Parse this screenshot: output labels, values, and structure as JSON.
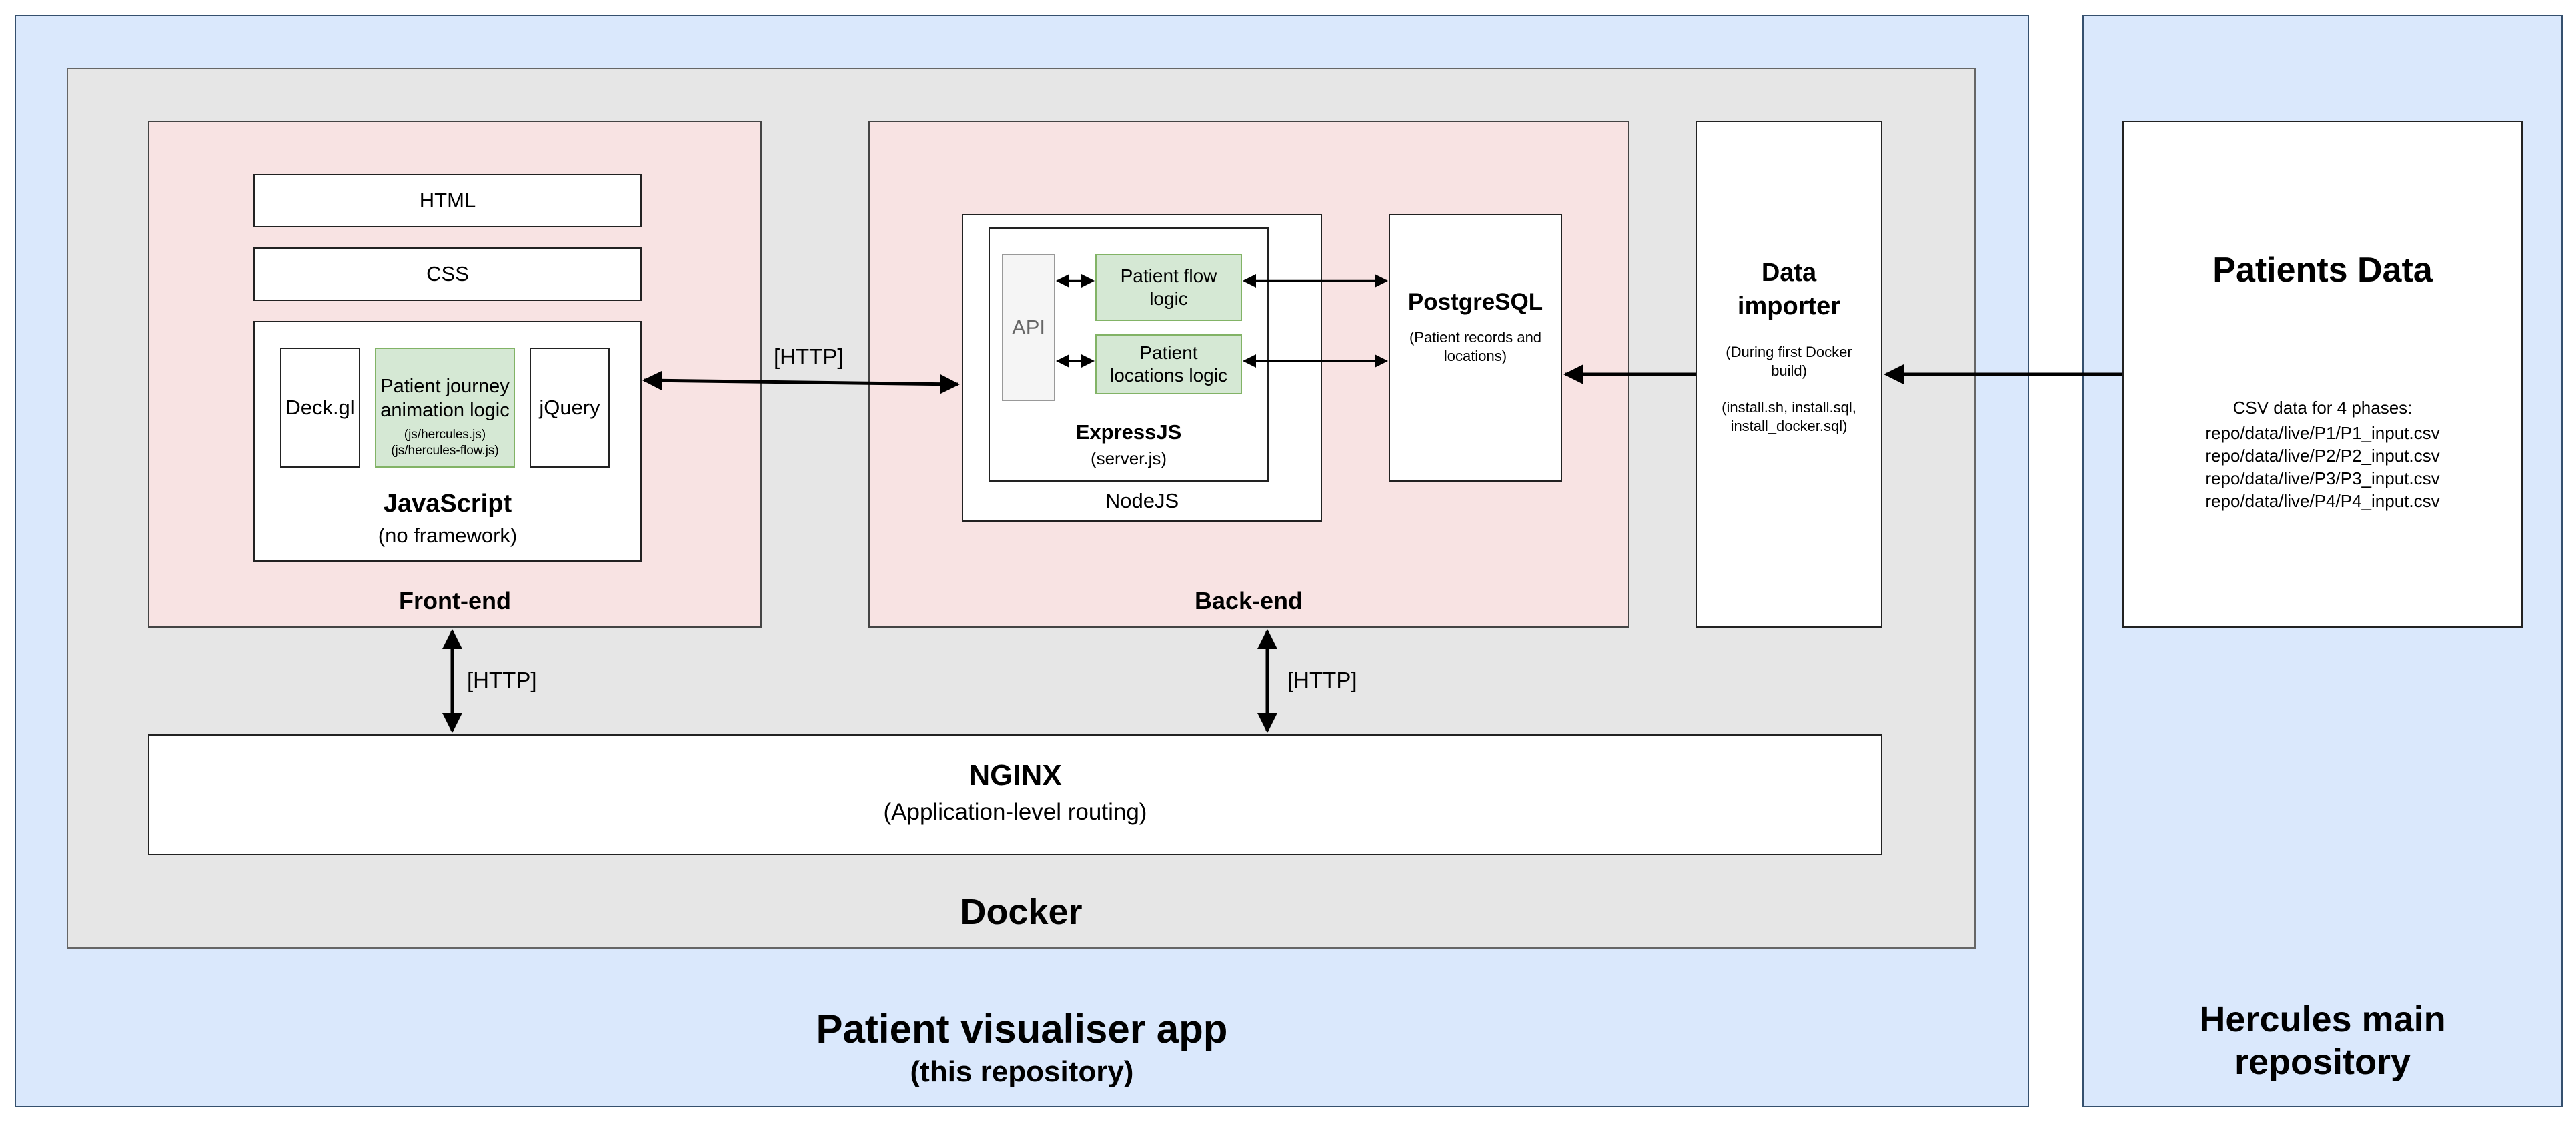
{
  "patient_app": {
    "title": "Patient visualiser app",
    "subtitle": "(this repository)"
  },
  "hercules": {
    "title": "Hercules main repository"
  },
  "docker": {
    "label": "Docker"
  },
  "frontend": {
    "label": "Front-end",
    "html": "HTML",
    "css": "CSS",
    "deckgl": "Deck.gl",
    "journey_title": "Patient journey animation logic",
    "journey_files": "(js/hercules.js)\n(js/hercules-flow.js)",
    "jquery": "jQuery",
    "js_title": "JavaScript",
    "js_sub": "(no framework)"
  },
  "backend": {
    "label": "Back-end",
    "api": "API",
    "flow_logic": "Patient flow logic",
    "locations_logic": "Patient locations logic",
    "express_title": "ExpressJS",
    "express_sub": "(server.js)",
    "nodejs": "NodeJS",
    "postgres_title": "PostgreSQL",
    "postgres_sub": "(Patient records and locations)"
  },
  "importer": {
    "title": "Data importer",
    "note1": "(During first Docker build)",
    "note2": "(install.sh, install.sql, install_docker.sql)"
  },
  "patients_data": {
    "title": "Patients Data",
    "intro": "CSV data for 4 phases:",
    "files": [
      "repo/data/live/P1/P1_input.csv",
      "repo/data/live/P2/P2_input.csv",
      "repo/data/live/P3/P3_input.csv",
      "repo/data/live/P4/P4_input.csv"
    ]
  },
  "nginx": {
    "title": "NGINX",
    "sub": "(Application-level routing)"
  },
  "http_labels": {
    "frontend_backend": "[HTTP]",
    "frontend_nginx": "[HTTP]",
    "backend_nginx": "[HTTP]"
  }
}
